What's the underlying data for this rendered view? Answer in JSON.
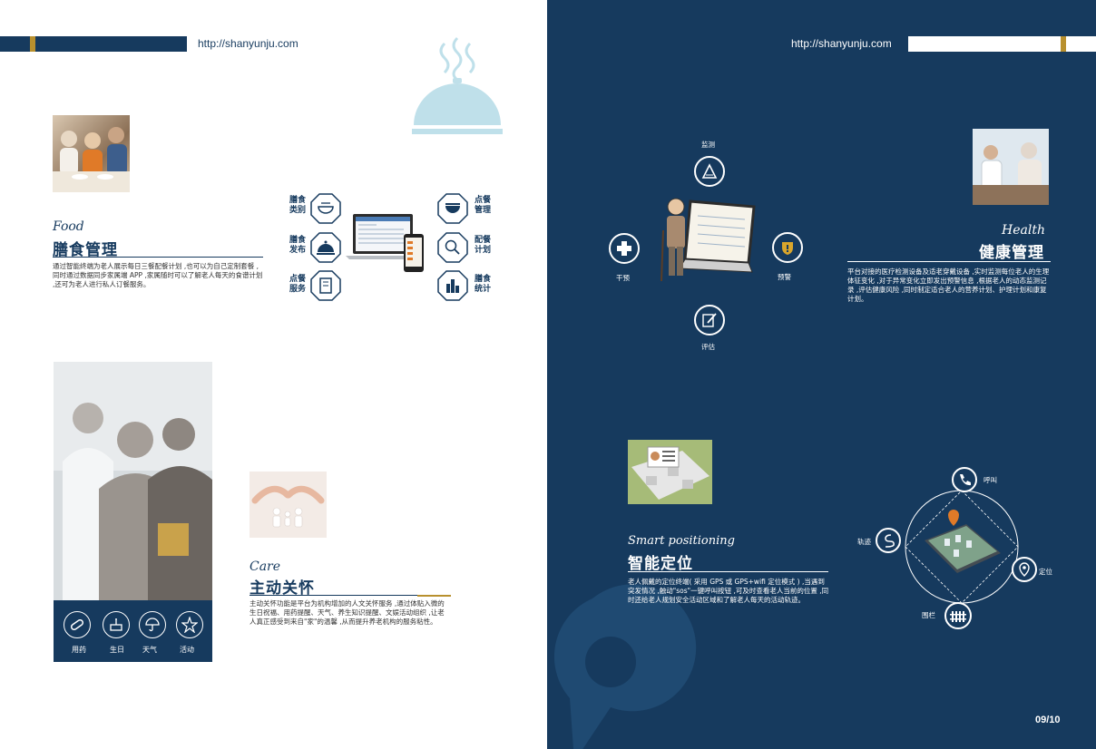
{
  "header": {
    "url_left": "http://shanyunju.com",
    "url_right": "http://shanyunju.com"
  },
  "food": {
    "script": "Food",
    "title": "膳食管理",
    "desc": "通过智能终端为老人展示每日三餐配餐计划 ,也可以为自己定制套餐 ,同时通过数据同步家属端 APP ,家属随时可以了解老人每天的食谱计划 ,还可为老人进行私人订餐服务。",
    "items": [
      {
        "label1": "膳食",
        "label2": "类别",
        "icon": "bowl-icon"
      },
      {
        "label1": "膳食",
        "label2": "发布",
        "icon": "cloche-icon"
      },
      {
        "label1": "点餐",
        "label2": "服务",
        "icon": "menu-book-icon"
      },
      {
        "label1": "点餐",
        "label2": "管理",
        "icon": "dish-icon"
      },
      {
        "label1": "配餐",
        "label2": "计划",
        "icon": "magnifier-icon"
      },
      {
        "label1": "膳食",
        "label2": "统计",
        "icon": "bar-chart-icon"
      }
    ]
  },
  "care": {
    "script": "Care",
    "title": "主动关怀",
    "desc": "主动关怀功能是平台为机构增加的人文关怀服务 ,通过体贴入微的生日祝福、用药提醒、天气、养生知识提醒、文娱活动组织 ,让老人真正感受到来自\"家\"的温馨 ,从而提升养老机构的服务粘性。",
    "icons": [
      {
        "label": "用药",
        "icon": "pill-icon"
      },
      {
        "label": "生日",
        "icon": "cake-icon"
      },
      {
        "label": "天气",
        "icon": "umbrella-icon"
      },
      {
        "label": "活动",
        "icon": "star-icon"
      }
    ]
  },
  "health": {
    "script": "Health",
    "title": "健康管理",
    "desc": "平台对接的医疗检测设备及适老穿戴设备 ,实时监测每位老人的生理体征变化 ,对于异常变化立即发出预警信息 ,根据老人的动态监测记录 ,评估健康风险 ,同时制定适合老人的营养计划、护理计划和康复计划。",
    "cycle": [
      {
        "label": "监测",
        "icon": "monitor-icon"
      },
      {
        "label": "预警",
        "icon": "shield-alert-icon"
      },
      {
        "label": "评估",
        "icon": "edit-icon"
      },
      {
        "label": "干预",
        "icon": "medical-cross-icon"
      }
    ]
  },
  "positioning": {
    "script": "Smart positioning",
    "title": "智能定位",
    "desc": "老人佩戴的定位终端( 采用 GPS 或 GPS+wifi 定位模式 ) ,当遇到突发情况 ,触动\"sos\"一键呼叫按钮 ,可及时查看老人当前的位置 ,同时还给老人规划安全活动区域和了解老人每天的活动轨迹。",
    "nodes": [
      {
        "label": "呼叫",
        "icon": "phone-icon"
      },
      {
        "label": "定位",
        "icon": "pin-icon"
      },
      {
        "label": "围栏",
        "icon": "fence-icon"
      },
      {
        "label": "轨迹",
        "icon": "route-icon"
      }
    ]
  },
  "footer": {
    "page_number": "09/10"
  },
  "colors": {
    "navy": "#163a5e",
    "gold": "#b8902e",
    "light_blue": "#bfe0ea",
    "orange": "#e07a28"
  }
}
